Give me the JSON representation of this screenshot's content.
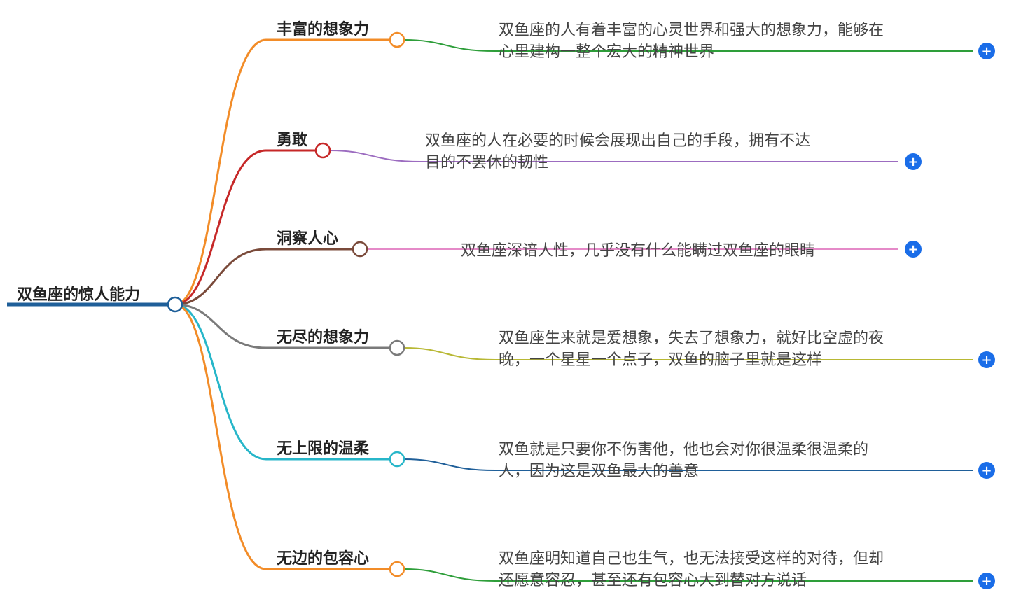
{
  "root": {
    "label": "双鱼座的惊人能力",
    "color": "#1f5f99"
  },
  "branches": [
    {
      "label": "丰富的想象力",
      "color": "#f28c28",
      "leaf_color": "#2e9e3a",
      "leaf": [
        "双鱼座的人有着丰富的心灵世界和强大的想象力，能够在",
        "心里建构一整个宏大的精神世界"
      ]
    },
    {
      "label": "勇敢",
      "color": "#c62828",
      "leaf_color": "#9c6cc0",
      "leaf": [
        "双鱼座的人在必要的时候会展现出自己的手段，拥有不达",
        "目的不罢休的韧性"
      ]
    },
    {
      "label": "洞察人心",
      "color": "#7a4a3a",
      "leaf_color": "#e58ac8",
      "leaf": [
        "双鱼座深谙人性，几乎没有什么能瞒过双鱼座的眼睛"
      ]
    },
    {
      "label": "无尽的想象力",
      "color": "#7a7a7a",
      "leaf_color": "#b8b834",
      "leaf": [
        "双鱼座生来就是爱想象，失去了想象力，就好比空虚的夜",
        "晚，一个星星一个点子，双鱼的脑子里就是这样"
      ]
    },
    {
      "label": "无上限的温柔",
      "color": "#27b6c9",
      "leaf_color": "#1f5f99",
      "leaf": [
        "双鱼就是只要你不伤害他，他也会对你很温柔很温柔的",
        "人，因为这是双鱼最大的善意"
      ]
    },
    {
      "label": "无边的包容心",
      "color": "#f28c28",
      "leaf_color": "#2e9e3a",
      "leaf": [
        "双鱼座明知道自己也生气，也无法接受这样的对待，但却",
        "还愿意容忍，甚至还有包容心大到替对方说话"
      ]
    }
  ],
  "expand_icon": {
    "name": "plus-icon",
    "glyph": "+",
    "color": "#1a6de8"
  }
}
